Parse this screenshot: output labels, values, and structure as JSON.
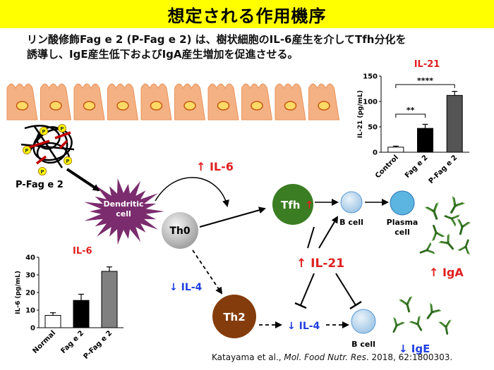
{
  "title": "想定される作用機序",
  "summary": {
    "line1": "リン酸修飾Fag e 2 (P-Fag e 2) は、樹状細胞のIL-6産生を介してTfh分化を",
    "line2": "誘導し、IgE産生低下およびIgA産生増加を促進させる。"
  },
  "diagram": {
    "allergen_label": "P-Fag e 2",
    "phospho_label": "P",
    "dendritic_label_1": "Dendritic",
    "dendritic_label_2": "cell",
    "th0_label": "Th0",
    "tfh_label": "Tfh",
    "th2_label": "Th2",
    "bcell_label": "B cell",
    "plasma_label_1": "Plasma",
    "plasma_label_2": "cell",
    "il6_up": "↑ IL-6",
    "il4_down_left": "↓ IL-4",
    "il4_down_bottom": "↓ IL-4",
    "il21_up": "↑ IL-21",
    "iga_up": "↑ IgA",
    "ige_down": "↓ IgE",
    "tfh_arrow": "↑"
  },
  "chart_data": [
    {
      "type": "bar",
      "title": "IL-21",
      "ylabel": "IL-21 (pg/mL)",
      "categories": [
        "Control",
        "Fag e 2",
        "P-Fag e 2"
      ],
      "values": [
        10,
        47,
        112
      ],
      "errors": [
        2,
        8,
        8
      ],
      "colors": [
        "#ffffff",
        "#000000",
        "#555555"
      ],
      "ylim": [
        0,
        150
      ],
      "yticks": [
        "0",
        "50",
        "100",
        "150"
      ],
      "significance": [
        {
          "from": "Control",
          "to": "Fag e 2",
          "label": "**"
        },
        {
          "from": "Control",
          "to": "P-Fag e 2",
          "label": "****"
        }
      ]
    },
    {
      "type": "bar",
      "title": "IL-6",
      "ylabel": "IL-6 (pg/mL)",
      "categories": [
        "Normal",
        "Fag e 2",
        "P-Fag e 2"
      ],
      "values": [
        7,
        15.5,
        32
      ],
      "errors": [
        1.5,
        3.5,
        2.5
      ],
      "colors": [
        "#ffffff",
        "#000000",
        "#808080"
      ],
      "ylim": [
        0,
        40
      ],
      "yticks": [
        "0",
        "10",
        "20",
        "30",
        "40"
      ]
    }
  ],
  "citation": {
    "authors": "Katayama et al., ",
    "journal": "Mol. Food Nutr. Res",
    "rest": ". 2018, 62:1800303."
  },
  "colors": {
    "title_bg": "#ffff00",
    "epithelium": "#f4b183",
    "dendritic": "#7b2c6e",
    "tfh": "#3a7d22",
    "th2": "#843c0c",
    "bcell": "#bdd7ee",
    "plasma": "#5bb5e0",
    "antibody": "#2e6b1e",
    "up_red": "#e02020",
    "down_blue": "#1f3fe0"
  }
}
